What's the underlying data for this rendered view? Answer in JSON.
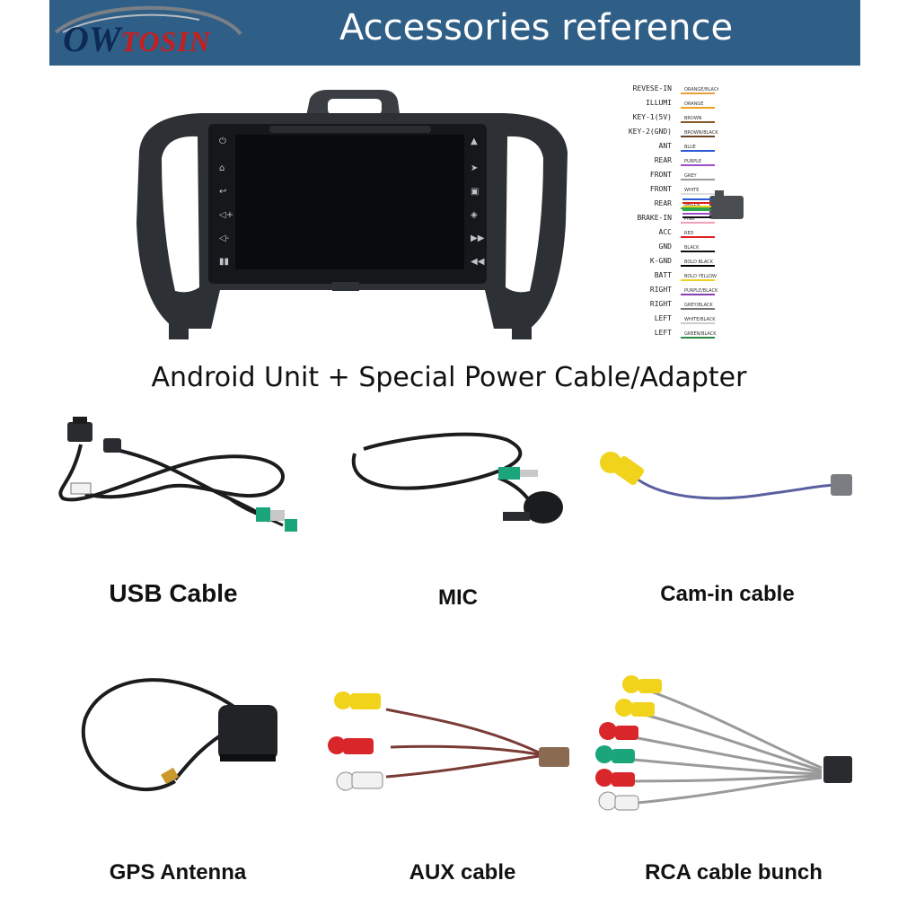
{
  "header": {
    "brand": "Owtosin",
    "brand_main": "OW",
    "brand_sub": "TOSIN",
    "title": "Accessories reference"
  },
  "main_unit": {
    "caption": "Android Unit + Special Power Cable/Adapter"
  },
  "wiring": [
    {
      "label": "REVESE-IN",
      "color": "ORANGE/BLACK",
      "hex": "#e8a03a"
    },
    {
      "label": "ILLUMI",
      "color": "ORANGE",
      "hex": "#f0a020"
    },
    {
      "label": "KEY-1(5V)",
      "color": "BROWN",
      "hex": "#8a5a2b"
    },
    {
      "label": "KEY-2(GND)",
      "color": "BROWN/BLACK",
      "hex": "#6b4423"
    },
    {
      "label": "ANT",
      "color": "BLUE",
      "hex": "#2a5bd7"
    },
    {
      "label": "REAR",
      "color": "PURPLE",
      "hex": "#9b4fc8"
    },
    {
      "label": "FRONT",
      "color": "GREY",
      "hex": "#9a9a9a"
    },
    {
      "label": "FRONT",
      "color": "WHITE",
      "hex": "#dddddd"
    },
    {
      "label": "REAR",
      "color": "GREEN",
      "hex": "#2ea84a"
    },
    {
      "label": "BRAKE-IN",
      "color": "PINK",
      "hex": "#f2a0b8"
    },
    {
      "label": "ACC",
      "color": "RED",
      "hex": "#e02020"
    },
    {
      "label": "GND",
      "color": "BLACK",
      "hex": "#111111"
    },
    {
      "label": "K-GND",
      "color": "BOLD BLACK",
      "hex": "#000000"
    },
    {
      "label": "BATT",
      "color": "BOLD YELLOW",
      "hex": "#f0d020"
    },
    {
      "label": "RIGHT",
      "color": "PURPLE/BLACK",
      "hex": "#8a3fb0"
    },
    {
      "label": "RIGHT",
      "color": "GREY/BLACK",
      "hex": "#777777"
    },
    {
      "label": "LEFT",
      "color": "WHITE/BLACK",
      "hex": "#cccccc"
    },
    {
      "label": "LEFT",
      "color": "GREEN/BLACK",
      "hex": "#2a8a40"
    }
  ],
  "accessories": {
    "usb": "USB Cable",
    "mic": "MIC",
    "camin": "Cam-in cable",
    "gps": "GPS Antenna",
    "aux": "AUX cable",
    "rca": "RCA cable bunch"
  },
  "colors": {
    "header_bg": "#2f5f87",
    "logo_blue": "#0c2a55",
    "logo_red": "#c81e1e",
    "rca_yellow": "#f2d31b",
    "rca_red": "#d8262b",
    "rca_white": "#f2f2f2",
    "rca_green": "#1aa57a"
  }
}
